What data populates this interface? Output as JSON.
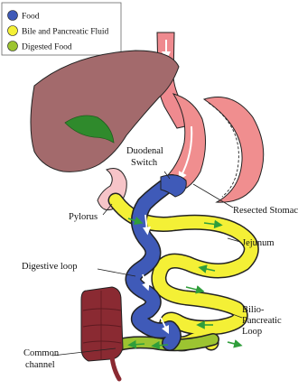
{
  "legend": {
    "items": [
      {
        "label": "Food",
        "color": "#3f5ab8"
      },
      {
        "label": "Bile and Pancreatic Fluid",
        "color": "#f4f036"
      },
      {
        "label": "Digested Food",
        "color": "#9cc431"
      }
    ]
  },
  "labels": {
    "duodenal_switch": [
      "Duodenal",
      "Switch"
    ],
    "resected_stomach": "Resected Stomach",
    "pylorus": "Pylorus",
    "jejunum": "Jejunum",
    "digestive_loop": "Digestive loop",
    "biliopancreatic_loop": [
      "Bilio-",
      "Pancreatic",
      "Loop"
    ],
    "common_channel": [
      "Common",
      "channel"
    ]
  },
  "colors": {
    "liver": "#a36a6c",
    "gallbladder": "#2f8a2c",
    "esophagus": "#ef8a8f",
    "stomach": "#f08e8f",
    "pylorus": "#f6c4c8",
    "food": "#3f5ab8",
    "bile": "#f4f036",
    "digested": "#9cc431",
    "colon": "#8a2a32",
    "arrow_green": "#2f9e3b",
    "arrow_white": "#ffffff"
  }
}
